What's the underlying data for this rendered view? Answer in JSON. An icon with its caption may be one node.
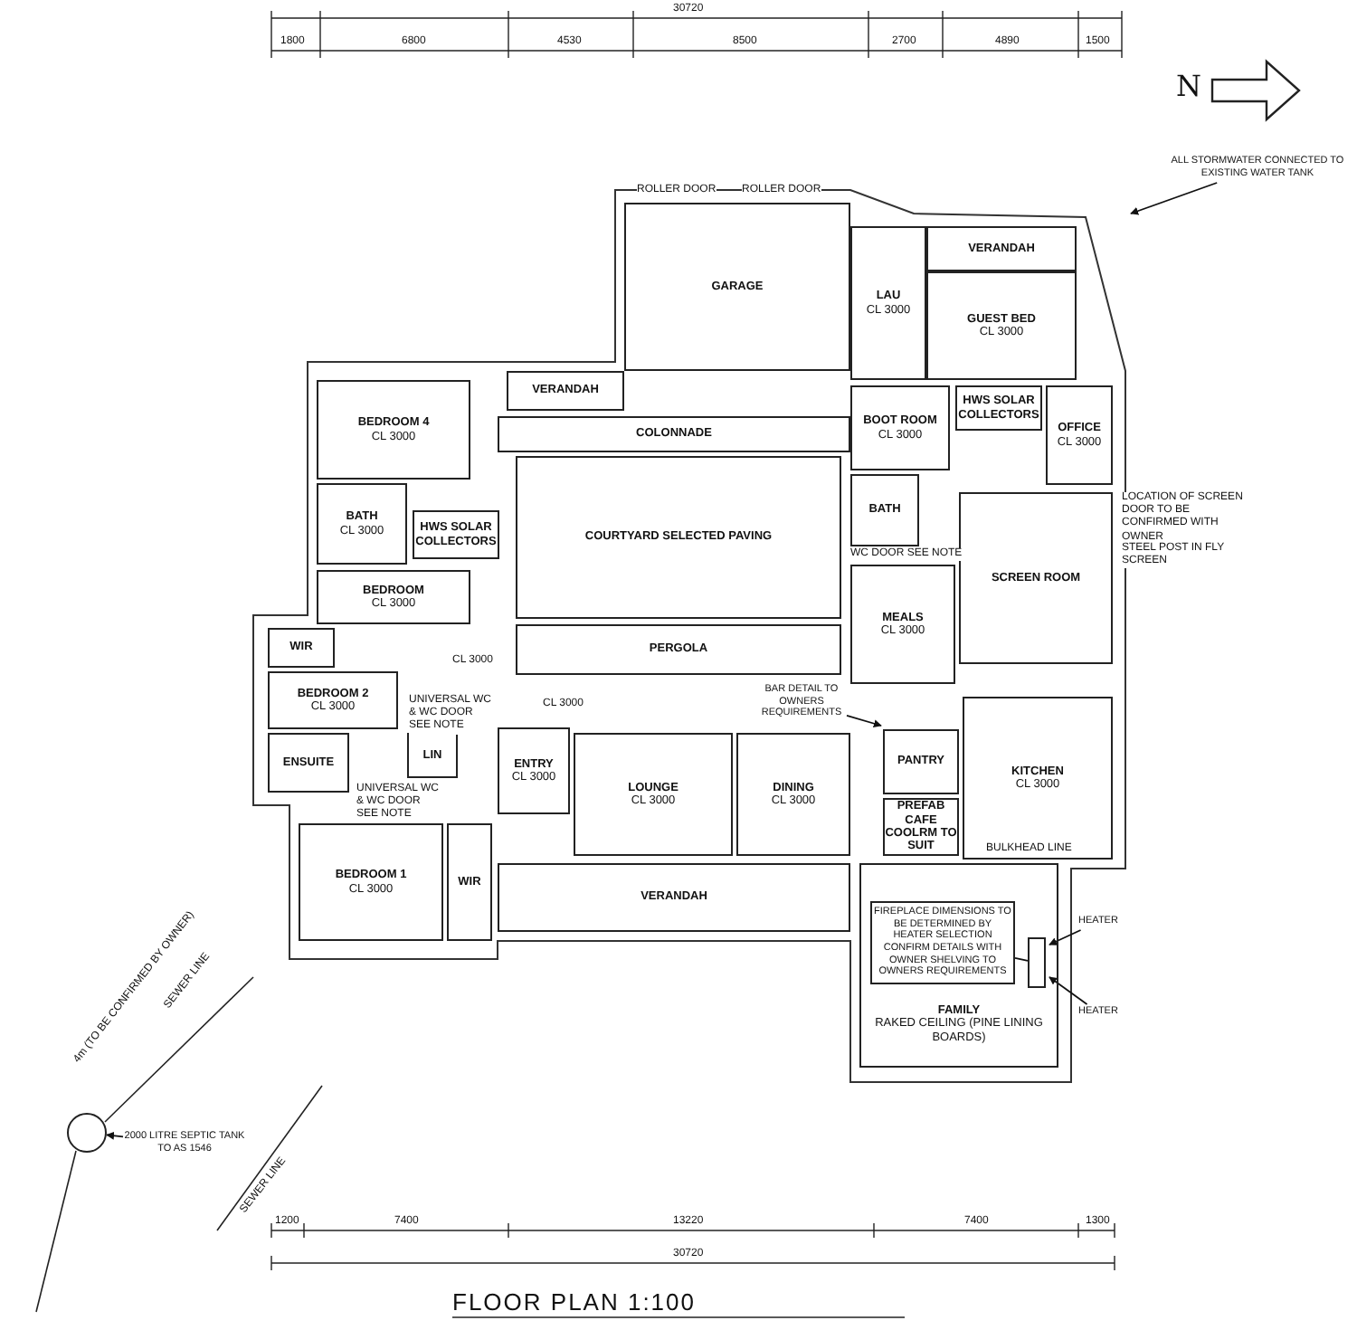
{
  "diagram": {
    "title": "FLOOR PLAN 1:100",
    "nodes": [
      {
        "text": [
          "GARAGE"
        ]
      },
      {
        "text": [
          "VERANDAH"
        ]
      },
      {
        "text": [
          "LAU",
          "CL 3000"
        ]
      },
      {
        "text": [
          "GUEST BED",
          "CL 3000"
        ]
      },
      {
        "text": [
          "VERANDAH"
        ]
      },
      {
        "text": [
          "BEDROOM 4",
          "CL 3000"
        ]
      },
      {
        "text": [
          "COLONNADE"
        ]
      },
      {
        "text": [
          "BOOT ROOM",
          "CL 3000"
        ]
      },
      {
        "text": [
          "HWS SOLAR COLLECTORS"
        ]
      },
      {
        "text": [
          "OFFICE",
          "CL 3000"
        ]
      },
      {
        "text": [
          "BATH",
          "CL 3000"
        ]
      },
      {
        "text": [
          "HWS SOLAR COLLECTORS"
        ]
      },
      {
        "text": [
          "COURTYARD SELECTED PAVING"
        ]
      },
      {
        "text": [
          "BATH"
        ]
      },
      {
        "text": [
          "SCREEN ROOM"
        ]
      },
      {
        "text": [
          "BEDROOM",
          "CL 3000"
        ]
      },
      {
        "text": [
          "PERGOLA"
        ]
      },
      {
        "text": [
          "MEALS",
          "CL 3000"
        ]
      },
      {
        "text": [
          "WIR"
        ]
      },
      {
        "text": [
          "BEDROOM 2",
          "CL 3000"
        ]
      },
      {
        "text": [
          "ENSUITE"
        ]
      },
      {
        "text": [
          "LIN"
        ]
      },
      {
        "text": [
          "ENTRY",
          "CL 3000"
        ]
      },
      {
        "text": [
          "LOUNGE",
          "CL 3000"
        ]
      },
      {
        "text": [
          "DINING",
          "CL 3000"
        ]
      },
      {
        "text": [
          "PANTRY"
        ]
      },
      {
        "text": [
          "PREFAB CAFE COOLRM TO SUIT"
        ]
      },
      {
        "text": [
          "BAR DETAIL TO OWNERS REQUIREMENTS"
        ]
      },
      {
        "text": [
          "KITCHEN",
          "CL 3000"
        ]
      },
      {
        "text": [
          "BEDROOM 1",
          "CL 3000"
        ]
      },
      {
        "text": [
          "WIR"
        ]
      },
      {
        "text": [
          "VERANDAH"
        ]
      },
      {
        "text": [
          "FAMILY",
          "RAKED CEILING (PINE LINING BOARDS)"
        ]
      },
      {
        "text": [
          "FIREPLACE DIMENSIONS TO BE DETERMINED BY HEATER SELECTION CONFIRM DETAILS WITH OWNER SHELVING TO OWNERS REQUIREMENTS"
        ],
        "in": 32
      },
      {
        "text": [],
        "shape": "box",
        "in": 32
      },
      {
        "text": [
          "HEATER"
        ]
      },
      {
        "text": [
          "HEATER"
        ]
      },
      {
        "text": [],
        "shape": "circle"
      },
      {
        "text": [
          "2000 LITRE SEPTIC TANK TO AS 1546"
        ]
      },
      {
        "text": [
          "ALL STORMWATER CONNECTED TO EXISTING WATER TANK"
        ]
      }
    ],
    "edges": [
      {
        "from": 38,
        "to": 37,
        "arrow": "to"
      },
      {
        "from": 39,
        "to": null,
        "arrow": "to"
      },
      {
        "from": 33,
        "to": 34,
        "arrow": "none"
      },
      {
        "from": 27,
        "to": null,
        "arrow": "to"
      },
      {
        "from": 35,
        "to": null,
        "arrow": "to"
      },
      {
        "from": 36,
        "to": null,
        "arrow": "to"
      }
    ],
    "labels": [
      "30720",
      "1800",
      "6800",
      "4530",
      "8500",
      "2700",
      "4890",
      "1500",
      "N",
      "ROLLER DOOR",
      "ROLLER DOOR",
      "LOCATION OF SCREEN DOOR TO BE CONFIRMED WITH OWNER",
      "STEEL POST IN FLY SCREEN",
      "UNIVERSAL WC & WC DOOR SEE NOTE",
      "CL 3000",
      "CL 3000",
      "WC DOOR SEE NOTE",
      "UNIVERSAL WC & WC DOOR SEE NOTE",
      "BULKHEAD LINE",
      "4m (TO BE CONFIRMED BY OWNER)",
      "SEWER LINE",
      "SEWER LINE",
      "1200",
      "7400",
      "13220",
      "7400",
      "1300",
      "30720"
    ]
  }
}
